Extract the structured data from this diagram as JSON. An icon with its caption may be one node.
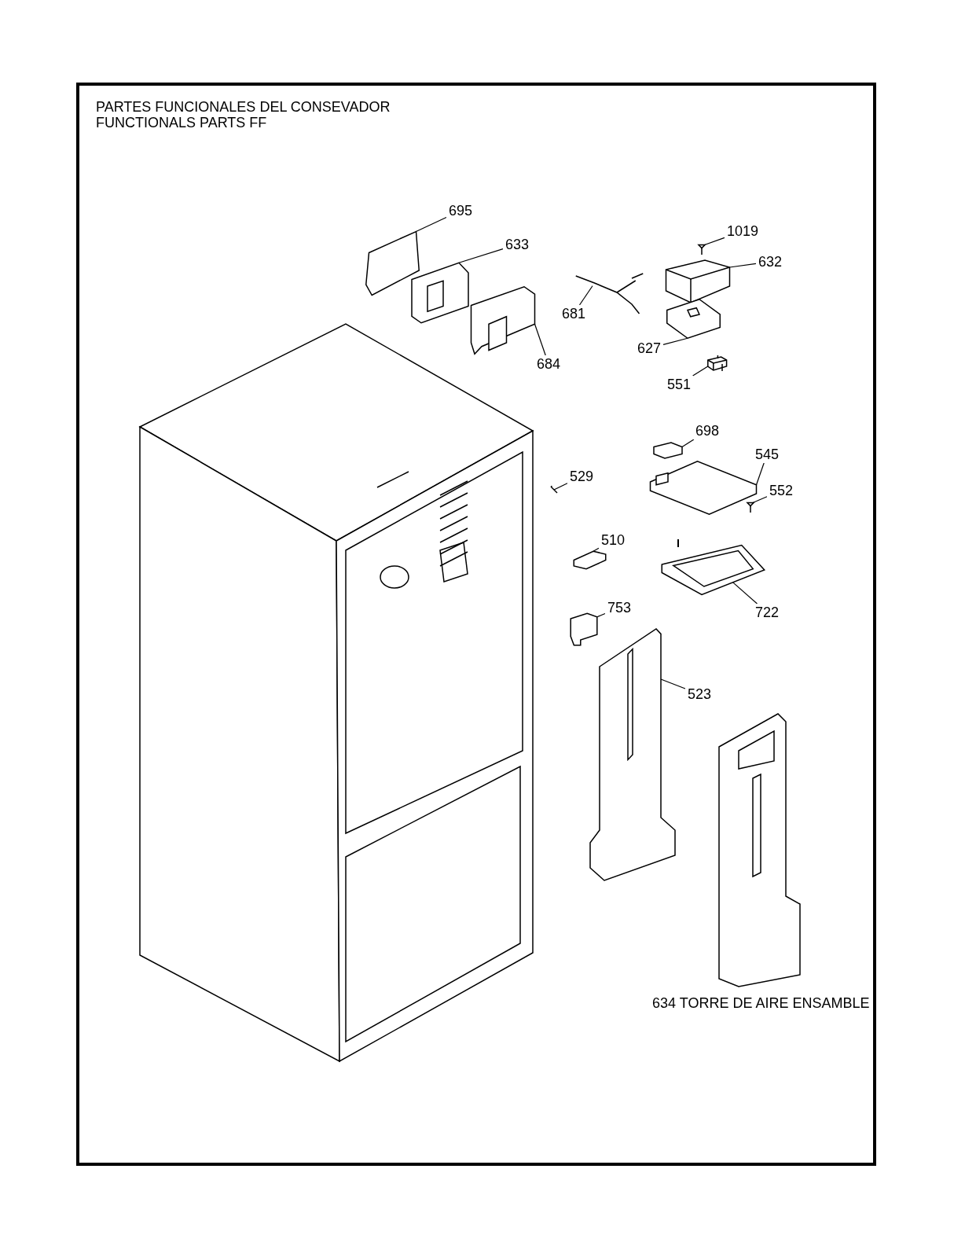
{
  "diagram": {
    "title": "PARTES FUNCIONALES DEL CONSEVADOR",
    "nodes": [
      {
        "text": [
          "695"
        ]
      },
      {
        "text": [],
        "shape": "picture"
      },
      {
        "text": [
          "633"
        ]
      },
      {
        "text": [],
        "shape": "picture"
      },
      {
        "text": [
          "1019"
        ]
      },
      {
        "text": [],
        "shape": "picture"
      },
      {
        "text": [
          "632"
        ]
      },
      {
        "text": [],
        "shape": "picture"
      },
      {
        "text": [
          "681"
        ]
      },
      {
        "text": [],
        "shape": "picture"
      },
      {
        "text": [
          "627"
        ]
      },
      {
        "text": [],
        "shape": "picture"
      },
      {
        "text": [
          "684"
        ]
      },
      {
        "text": [],
        "shape": "picture"
      },
      {
        "text": [
          "551"
        ]
      },
      {
        "text": [],
        "shape": "picture"
      },
      {
        "text": [
          "698"
        ]
      },
      {
        "text": [],
        "shape": "picture"
      },
      {
        "text": [
          "545"
        ]
      },
      {
        "text": [],
        "shape": "picture"
      },
      {
        "text": [
          "529"
        ]
      },
      {
        "text": [],
        "shape": "picture"
      },
      {
        "text": [
          "552"
        ]
      },
      {
        "text": [],
        "shape": "picture"
      },
      {
        "text": [
          "510"
        ]
      },
      {
        "text": [],
        "shape": "picture"
      },
      {
        "text": [
          "722"
        ]
      },
      {
        "text": [],
        "shape": "picture"
      },
      {
        "text": [
          "753"
        ]
      },
      {
        "text": [],
        "shape": "picture"
      },
      {
        "text": [
          "523"
        ]
      },
      {
        "text": [],
        "shape": "picture"
      }
    ],
    "edges": [
      {
        "from": 0,
        "to": 1,
        "arrow": "none"
      },
      {
        "from": 2,
        "to": 3,
        "arrow": "none"
      },
      {
        "from": 4,
        "to": 5,
        "arrow": "none"
      },
      {
        "from": 6,
        "to": 7,
        "arrow": "none"
      },
      {
        "from": 8,
        "to": 9,
        "arrow": "none"
      },
      {
        "from": 10,
        "to": 11,
        "arrow": "none"
      },
      {
        "from": 12,
        "to": 13,
        "arrow": "none"
      },
      {
        "from": 14,
        "to": 15,
        "arrow": "none"
      },
      {
        "from": 16,
        "to": 17,
        "arrow": "none"
      },
      {
        "from": 18,
        "to": 19,
        "arrow": "none"
      },
      {
        "from": 20,
        "to": 21,
        "arrow": "none"
      },
      {
        "from": 22,
        "to": 23,
        "arrow": "none"
      },
      {
        "from": 24,
        "to": 25,
        "arrow": "none"
      },
      {
        "from": 26,
        "to": 27,
        "arrow": "none"
      },
      {
        "from": 28,
        "to": 29,
        "arrow": "none"
      },
      {
        "from": 30,
        "to": 31,
        "arrow": "none"
      }
    ],
    "labels": [
      "FUNCTIONALS PARTS FF",
      "634 TORRE DE AIRE ENSAMBLE"
    ]
  }
}
